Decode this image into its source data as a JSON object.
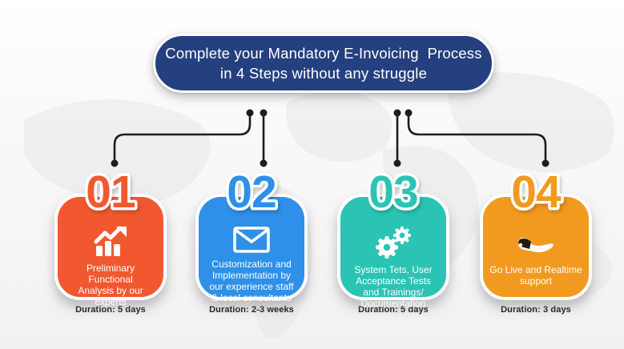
{
  "banner": {
    "title_line1": "Complete your Mandatory E-Invoicing  Process",
    "title_line2": "in 4 Steps without any struggle",
    "bg_color": "#25407F"
  },
  "connector_color": "#1D1D1D",
  "steps": [
    {
      "number": "01",
      "icon": "growth-chart-icon",
      "accent_color": "#F1582F",
      "description": "Preliminary\nFunctional\nAnalysis by our\nexperts",
      "duration": "Duration: 5 days"
    },
    {
      "number": "02",
      "icon": "envelope-icon",
      "accent_color": "#2E90E8",
      "description": "Customization and\nImplementation by\nour experience staff\n& local consultants",
      "duration": "Duration: 2-3 weeks"
    },
    {
      "number": "03",
      "icon": "gears-icon",
      "accent_color": "#2BC3B4",
      "description": "System Tets, User\nAcceptance Tests\nand Trainings/\nDocumentation",
      "duration": "Duration: 5 days"
    },
    {
      "number": "04",
      "icon": "hand-support-icon",
      "accent_color": "#F29A1F",
      "description": "Go Live and Realtime\nsupport",
      "duration": "Duration: 3 days"
    }
  ]
}
